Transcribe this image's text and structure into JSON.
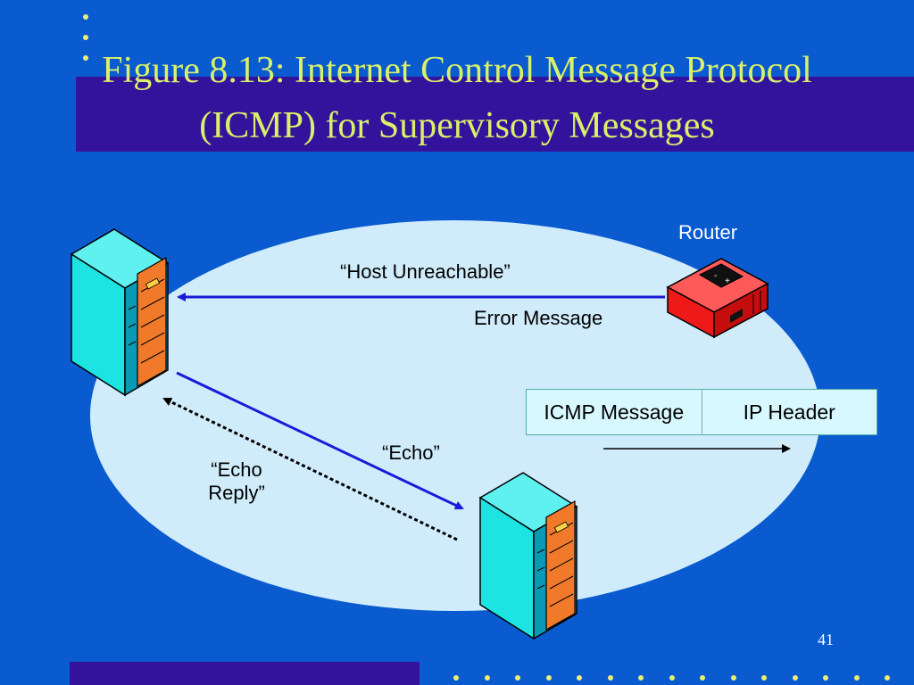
{
  "title": "Figure 8.13: Internet Control Message Protocol (ICMP) for Supervisory Messages",
  "labels": {
    "host_unreachable": "“Host Unreachable”",
    "error_message": "Error Message",
    "router": "Router",
    "echo": "“Echo”",
    "echo_reply_line1": "“Echo",
    "echo_reply_line2": "Reply”"
  },
  "packet": {
    "icmp_message": "ICMP Message",
    "ip_header": "IP Header"
  },
  "slide_number": "41",
  "colors": {
    "background": "#0a5ad0",
    "band": "#34139c",
    "title": "#d9f06a",
    "ellipse": "#d0ecfb",
    "arrow": "#1a1ad8",
    "server_front": "#1de3e3",
    "server_side": "#0a9ab5",
    "router_red": "#ee1a1a"
  }
}
